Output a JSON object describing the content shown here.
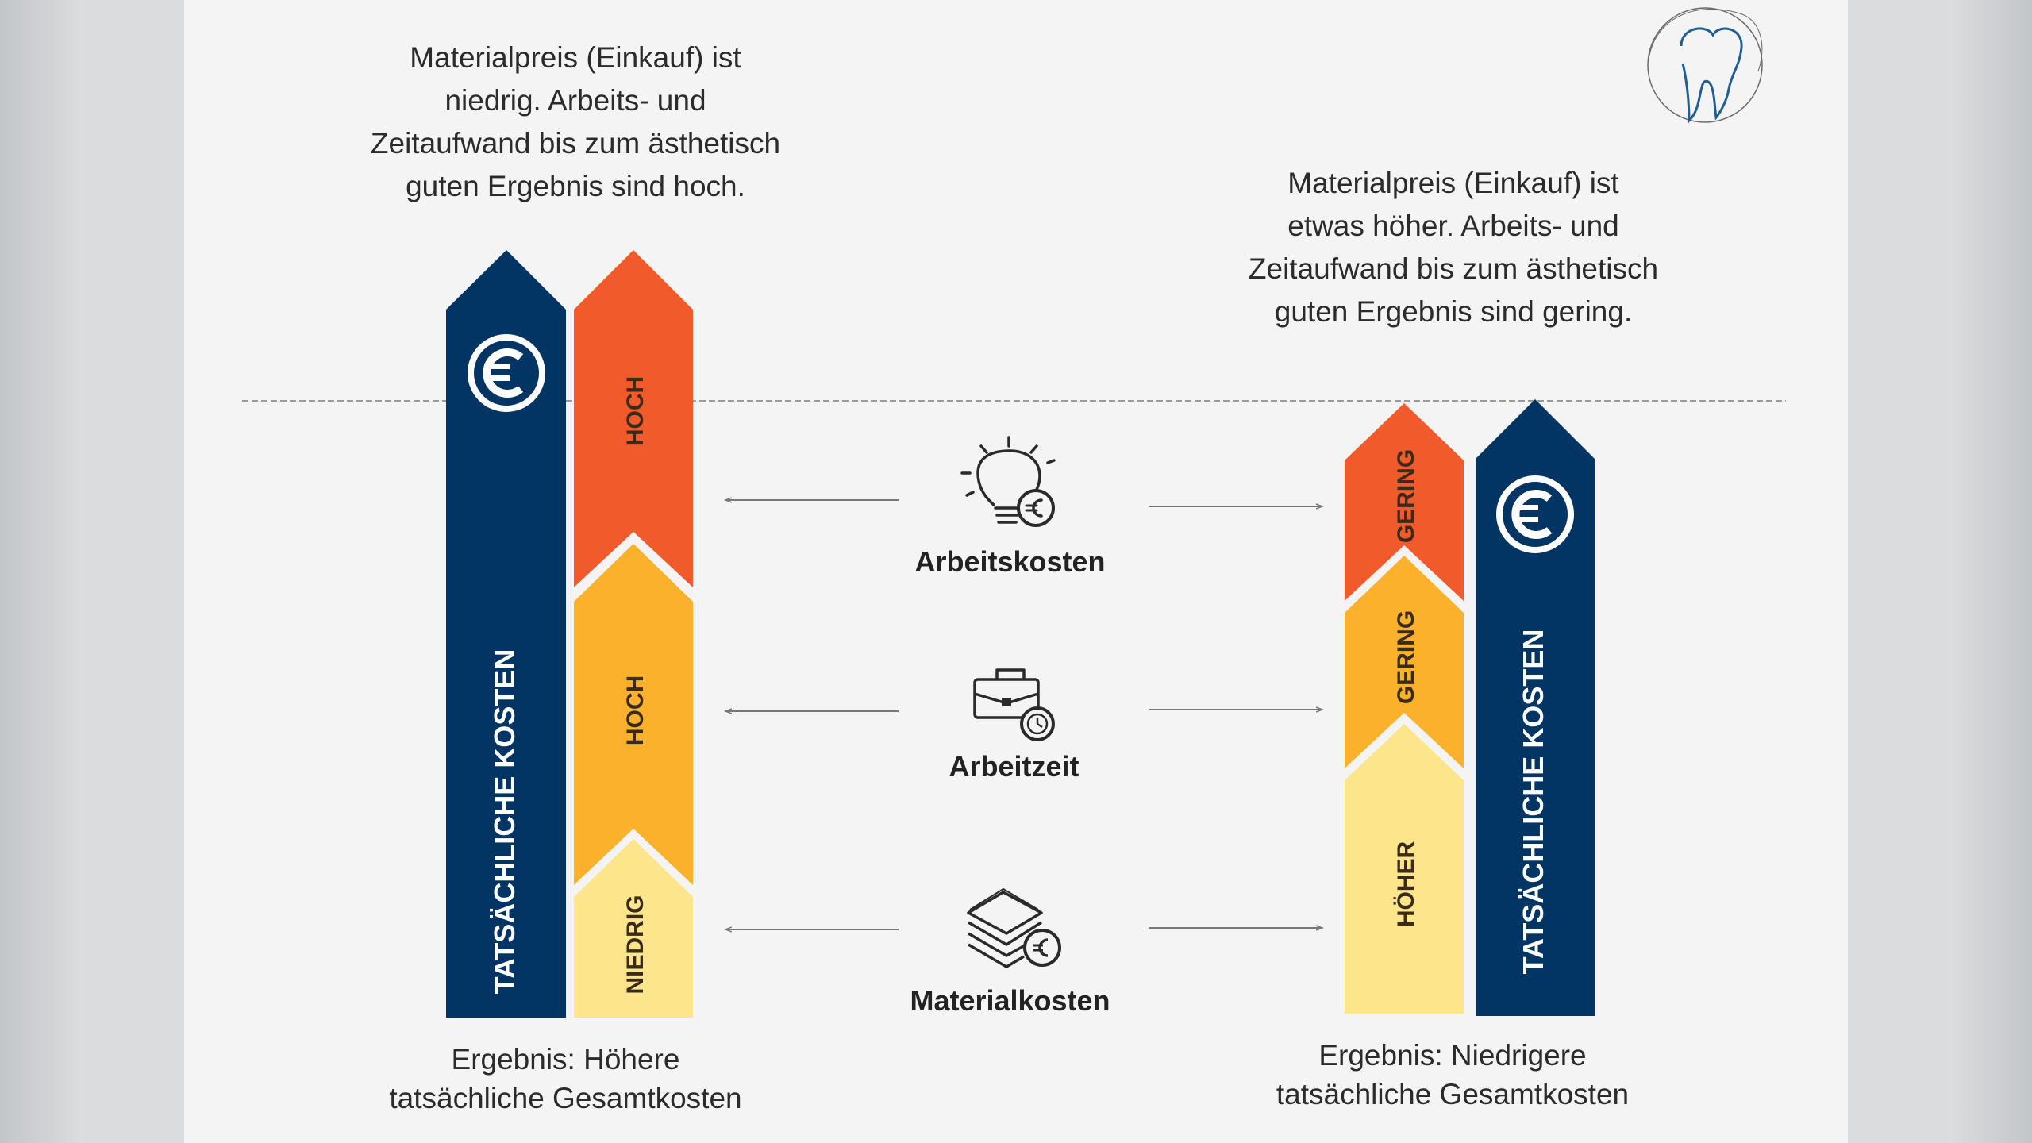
{
  "left": {
    "description": [
      "Materialpreis (Einkauf) ist",
      "niedrig. Arbeits- und",
      "Zeitaufwand bis zum ästhetisch",
      "guten Ergebnis sind hoch."
    ],
    "total_label": "TATSÄCHLICHE KOSTEN",
    "segments": {
      "arbeitskosten": "HOCH",
      "arbeitszeit": "HOCH",
      "materialkosten": "NIEDRIG"
    },
    "result": [
      "Ergebnis: Höhere",
      "tatsächliche Gesamtkosten"
    ]
  },
  "right": {
    "description": [
      "Materialpreis (Einkauf) ist",
      "etwas höher. Arbeits- und",
      "Zeitaufwand bis zum ästhetisch",
      "guten Ergebnis sind gering."
    ],
    "total_label": "TATSÄCHLICHE KOSTEN",
    "segments": {
      "arbeitskosten": "GERING",
      "arbeitszeit": "GERING",
      "materialkosten": "HÖHER"
    },
    "result": [
      "Ergebnis: Niedrigere",
      "tatsächliche  Gesamtkosten"
    ]
  },
  "categories": {
    "arbeitskosten": "Arbeitskosten",
    "arbeitszeit": "Arbeitzeit",
    "materialkosten": "Materialkosten"
  },
  "icons": {
    "logo": "tooth-logo-icon",
    "currency": "euro-icon",
    "arbeitskosten": "lightbulb-euro-icon",
    "arbeitszeit": "briefcase-clock-icon",
    "materialkosten": "stacked-layers-euro-icon"
  },
  "colors": {
    "navy": "#023564",
    "orange": "#f15a2a",
    "amber": "#fbb12b",
    "light_yellow": "#fde58c"
  }
}
